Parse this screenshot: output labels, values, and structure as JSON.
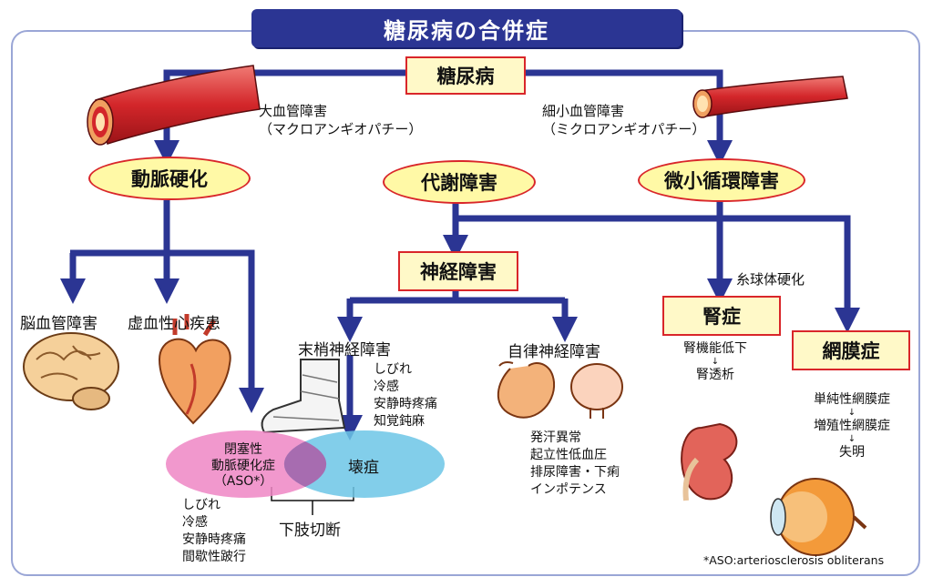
{
  "title": "糖尿病の合併症",
  "root": "糖尿病",
  "macro": {
    "line1": "大血管障害",
    "line2": "（マクロアンギオパチー）"
  },
  "micro": {
    "line1": "細小血管障害",
    "line2": "（ミクロアンギオパチー）"
  },
  "arteriosclerosis": "動脈硬化",
  "metabolic": "代謝障害",
  "microcirculation": "微小循環障害",
  "neuropathy": "神経障害",
  "cerebrovascular": "脳血管障害",
  "ischemic_heart": "虚血性心疾患",
  "peripheral_neuropathy": "末梢神経障害",
  "peripheral_symptoms": [
    "しびれ",
    "冷感",
    "安静時疼痛",
    "知覚鈍麻"
  ],
  "autonomic_neuropathy": "自律神経障害",
  "autonomic_symptoms": [
    "発汗異常",
    "起立性低血圧",
    "排尿障害・下痢",
    "インポテンス"
  ],
  "glomerulosclerosis": "糸球体硬化",
  "nephropathy": "腎症",
  "nephropathy_steps": [
    "腎機能低下",
    "↓",
    "腎透析"
  ],
  "retinopathy": "網膜症",
  "retinopathy_steps": [
    "単純性網膜症",
    "↓",
    "増殖性網膜症",
    "↓",
    "失明"
  ],
  "aso": {
    "line1": "閉塞性",
    "line2": "動脈硬化症",
    "line3": "（ASO*）"
  },
  "aso_symptoms": [
    "しびれ",
    "冷感",
    "安静時疼痛",
    "間歇性跛行"
  ],
  "gangrene": "壊疽",
  "amputation": "下肢切断",
  "footnote": "*ASO:arteriosclerosis obliterans",
  "colors": {
    "arrow": "#2b3593",
    "box_border": "#d9262a",
    "box_fill": "#fff9c8",
    "aso": "#ef86c4",
    "gangrene": "#6cc5e6"
  }
}
